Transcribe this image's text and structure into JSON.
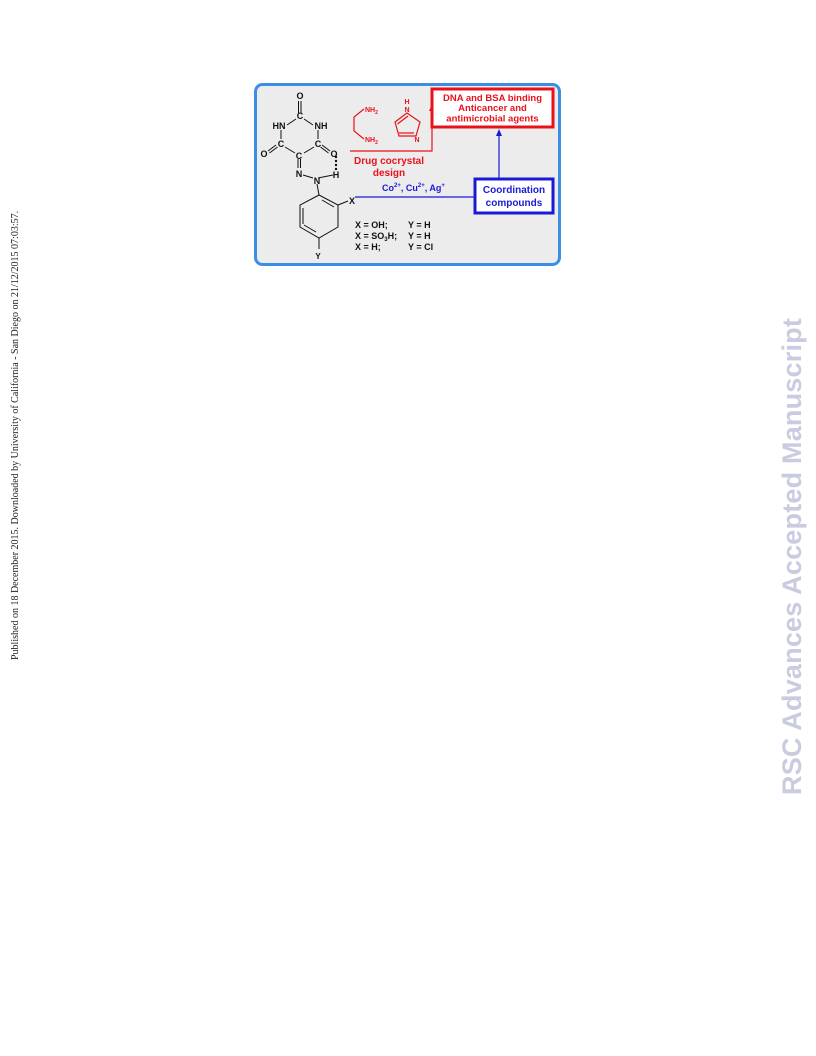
{
  "sidebar": {
    "published_note": "Published on 18 December 2015. Downloaded by University of California - San Diego on 21/12/2015 07:03:57."
  },
  "watermark": {
    "text": "RSC Advances Accepted Manuscript"
  },
  "graphical_abstract": {
    "molecule": {
      "atoms": {
        "o_top": "O",
        "hn_left": "HN",
        "nh_right": "NH",
        "c_top": "C",
        "c_left": "C",
        "c_right": "C",
        "c_middle": "C",
        "o_left": "O",
        "o_right": "O",
        "n_azo": "N",
        "n_hydrazo": "N",
        "h_bond": "H",
        "x_sub": "X",
        "y_sub": "Y"
      },
      "substituents": [
        {
          "x": "X = OH;",
          "y": "Y = H"
        },
        {
          "x": "X = SO",
          "x_sub": "3",
          "x_tail": "H;",
          "y": "Y = H"
        },
        {
          "x": "X = H;",
          "y": "Y = Cl"
        }
      ]
    },
    "coformers": {
      "ethylenediamine_top": "NH",
      "ethylenediamine_top_sub": "2",
      "ethylenediamine_bottom": "NH",
      "ethylenediamine_bottom_sub": "2",
      "imidazole_h": "H",
      "imidazole_n_top": "N",
      "imidazole_n_bottom": "N"
    },
    "cocrystal_label": {
      "line1": "Drug cocrystal",
      "line2": "design"
    },
    "metal_ions": {
      "co": "Co",
      "co_charge": "2+",
      "cu": "Cu",
      "cu_charge": "2+",
      "ag": "Ag",
      "ag_charge": "+"
    },
    "applications_box": {
      "line1": "DNA and BSA binding",
      "line2": "Anticancer and",
      "line3": "antimicrobial agents"
    },
    "coordination_box": {
      "line1": "Coordination",
      "line2": "compounds"
    },
    "colors": {
      "panel_border": "#3a8ee6",
      "panel_fill": "#ececec",
      "red_accent": "#e8121d",
      "blue_accent": "#1a1ad6",
      "molecule": "#111111"
    }
  }
}
